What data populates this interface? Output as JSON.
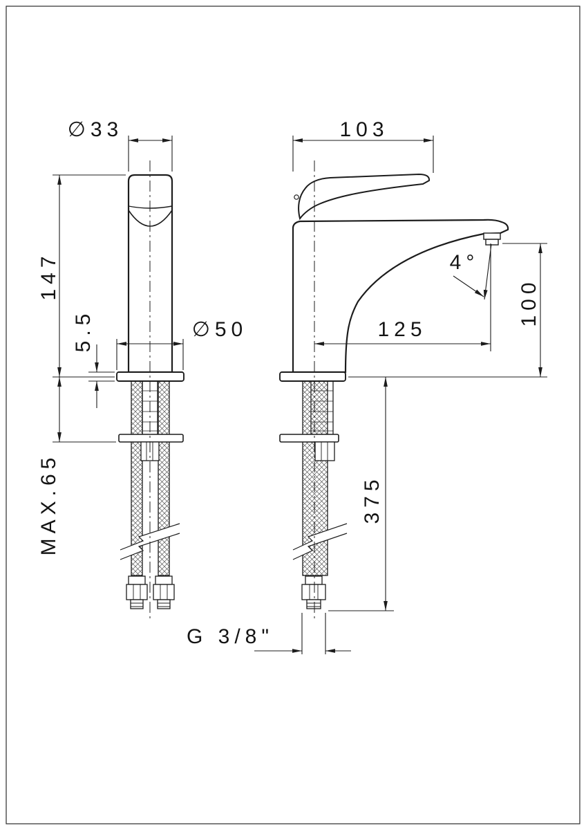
{
  "drawing": {
    "background": "#ffffff",
    "line_color": "#1c1c1c",
    "labels": {
      "diameter_top": "∅33",
      "spout_width": "103",
      "body_height": "147",
      "deck_thickness": "5.5",
      "base_diameter": "∅50",
      "spout_reach": "125",
      "stream_angle": "4°",
      "outlet_height": "100",
      "max_counter": "MAX.65",
      "hose_length": "375",
      "thread": "G 3/8\""
    }
  }
}
